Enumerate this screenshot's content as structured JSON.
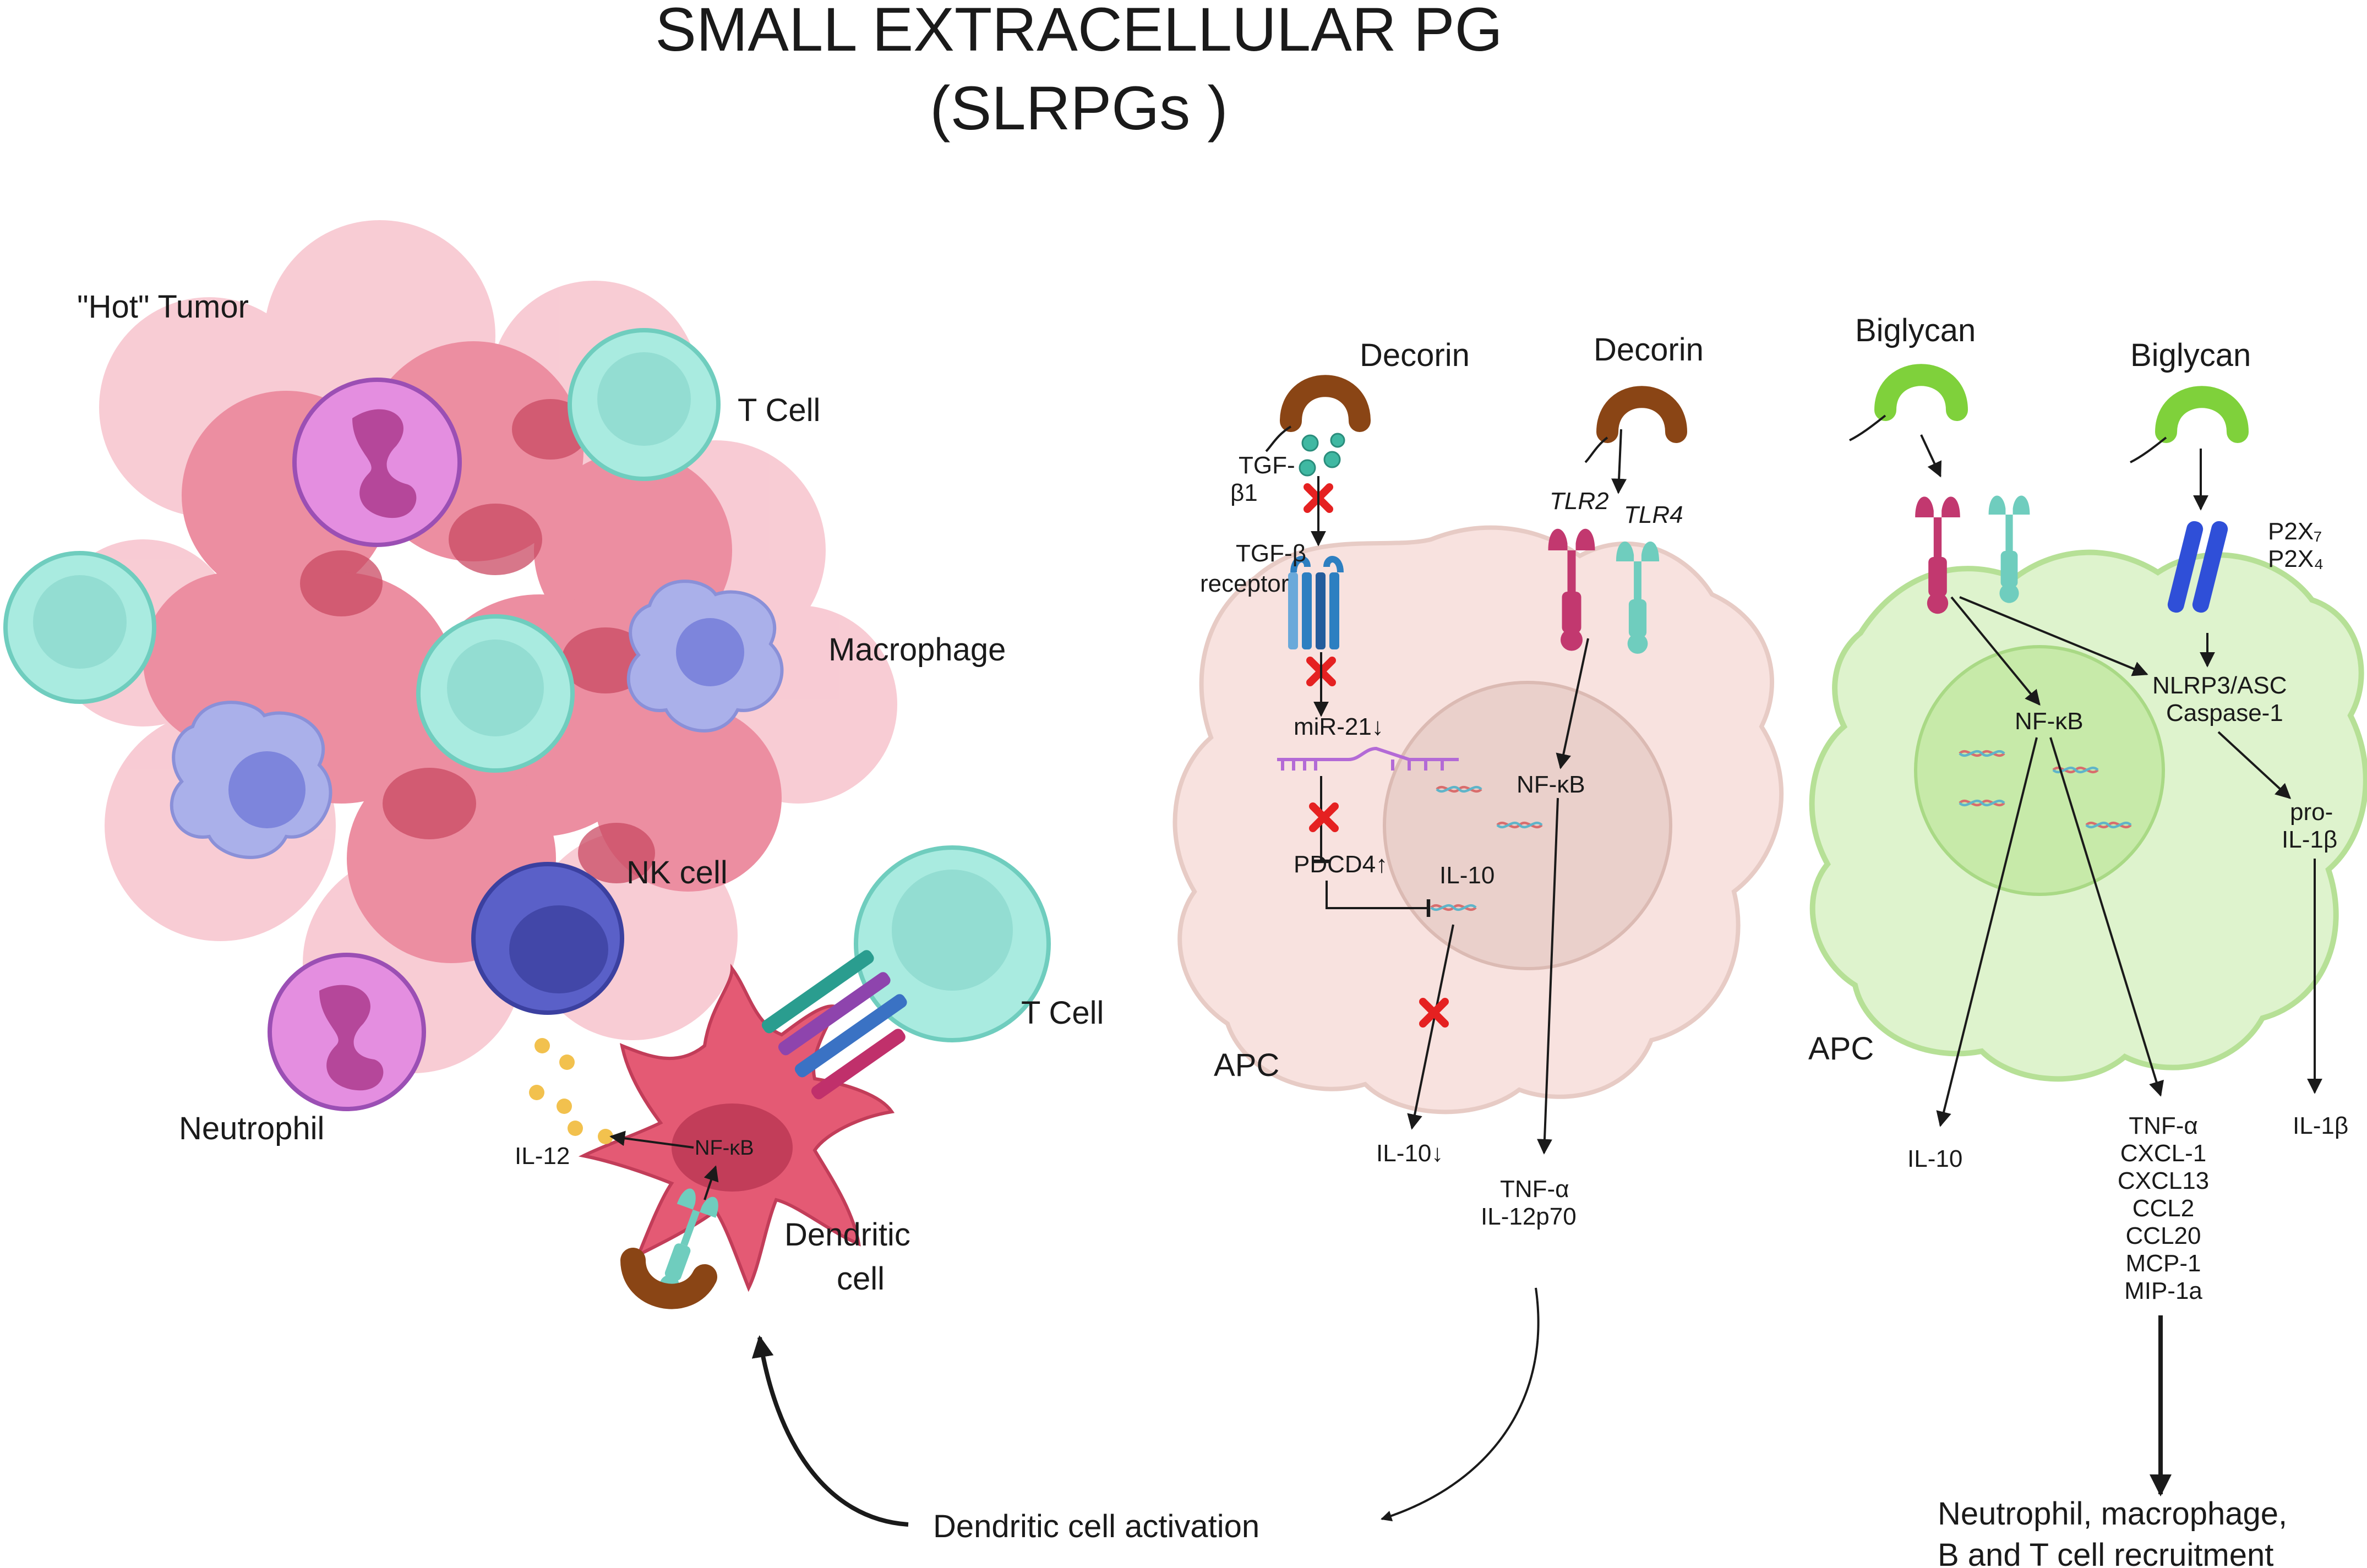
{
  "title": {
    "line1": "SMALL EXTRACELLULAR PG",
    "line2": "(SLRPGs )"
  },
  "tumor": {
    "label": "\"Hot\" Tumor",
    "t_cell_top": "T Cell",
    "macrophage": "Macrophage",
    "nk_cell": "NK cell",
    "neutrophil": "Neutrophil",
    "t_cell_right": "T Cell",
    "il12": "IL-12",
    "nfkb": "NF-κB",
    "dendritic_line1": "Dendritic",
    "dendritic_line2": "cell"
  },
  "decorin_panel": {
    "decorin_left": "Decorin",
    "decorin_right": "Decorin",
    "tgf_line1": "TGF-",
    "tgf_line2": "β1",
    "tgf_receptor_line1": "TGF-β",
    "tgf_receptor_line2": "receptor",
    "mir21": "miR-21↓",
    "pdcd4": "PDCD4↑",
    "tlr2": "TLR2",
    "tlr4": "TLR4",
    "nfkb": "NF-κB",
    "il10_inner": "IL-10",
    "apc": "APC",
    "il10_out": "IL-10↓",
    "tnf": "TNF-α",
    "il12p70": "IL-12p70"
  },
  "biglycan_panel": {
    "biglycan_left": "Biglycan",
    "biglycan_right": "Biglycan",
    "p2x7": "P2X₇",
    "p2x4": "P2X₄",
    "nlrp3": "NLRP3/ASC",
    "caspase": "Caspase-1",
    "nfkb": "NF-κB",
    "pro_line1": "pro-",
    "pro_line2": "IL-1β",
    "apc": "APC",
    "il10": "IL-10",
    "il1b": "IL-1β",
    "cytokines": [
      "TNF-α",
      "CXCL-1",
      "CXCL13",
      "CCL2",
      "CCL20",
      "MCP-1",
      "MIP-1a"
    ],
    "recruit_line1": "Neutrophil, macrophage,",
    "recruit_line2": "B and T cell recruitment"
  },
  "activation": "Dendritic cell activation",
  "colors": {
    "tumor_pink": "#e8788f",
    "tumor_light": "#f4b6c2",
    "t_cell": "#a9ebe0",
    "macrophage": "#aab0ea",
    "nk_cell": "#5a60c8",
    "neutrophil": "#e48ee0",
    "decorin": "#8a4515",
    "biglycan": "#7fd13b",
    "apc_decorin": "#f8e2df",
    "apc_biglycan": "#def3cd",
    "inhibit_x": "#e52121",
    "dendritic": "#e45a74"
  }
}
